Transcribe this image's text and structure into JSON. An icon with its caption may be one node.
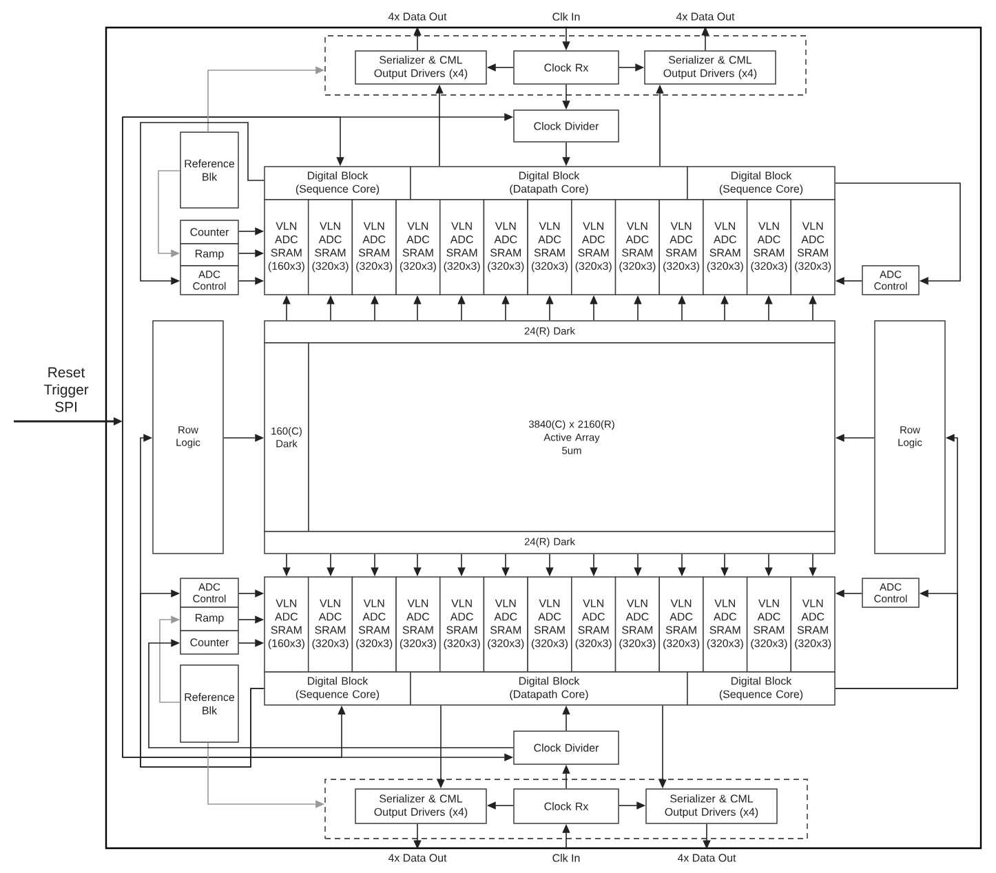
{
  "diagram": {
    "nodes": [
      {
        "text": [],
        "shape": "box"
      },
      {
        "text": [
          "4x Data Out"
        ]
      },
      {
        "text": [
          "Clk In"
        ]
      },
      {
        "text": [
          "4x Data Out"
        ]
      },
      {
        "text": [],
        "shape": "box",
        "in": 0
      },
      {
        "text": [
          "Serializer & CML Output Drivers (x4)"
        ],
        "in": 4
      },
      {
        "text": [
          "Clock Rx"
        ],
        "in": 4
      },
      {
        "text": [
          "Serializer & CML Output Drivers (x4)"
        ],
        "in": 4
      },
      {
        "text": [
          "Clock Divider"
        ],
        "in": 0
      },
      {
        "text": [
          "Reference Blk"
        ],
        "in": 0
      },
      {
        "text": [
          "Digital Block (Sequence Core)"
        ],
        "in": 0
      },
      {
        "text": [
          "Digital Block (Datapath Core)"
        ],
        "in": 0
      },
      {
        "text": [
          "Digital Block (Sequence Core)"
        ],
        "in": 0
      },
      {
        "text": [
          "Counter"
        ],
        "in": 0
      },
      {
        "text": [
          "Ramp"
        ],
        "in": 0
      },
      {
        "text": [
          "ADC Control"
        ],
        "in": 0
      },
      {
        "text": [
          "VLN ADC SRAM (160x3)"
        ],
        "in": 0
      },
      {
        "text": [
          "VLN ADC SRAM (320x3)"
        ],
        "in": 0
      },
      {
        "text": [
          "VLN ADC SRAM (320x3)"
        ],
        "in": 0
      },
      {
        "text": [
          "VLN ADC SRAM (320x3)"
        ],
        "in": 0
      },
      {
        "text": [
          "VLN ADC SRAM (320x3)"
        ],
        "in": 0
      },
      {
        "text": [
          "VLN ADC SRAM (320x3)"
        ],
        "in": 0
      },
      {
        "text": [
          "VLN ADC SRAM (320x3)"
        ],
        "in": 0
      },
      {
        "text": [
          "VLN ADC SRAM (320x3)"
        ],
        "in": 0
      },
      {
        "text": [
          "VLN ADC SRAM (320x3)"
        ],
        "in": 0
      },
      {
        "text": [
          "VLN ADC SRAM (320x3)"
        ],
        "in": 0
      },
      {
        "text": [
          "VLN ADC SRAM (320x3)"
        ],
        "in": 0
      },
      {
        "text": [
          "VLN ADC SRAM (320x3)"
        ],
        "in": 0
      },
      {
        "text": [
          "VLN ADC SRAM (320x3)"
        ],
        "in": 0
      },
      {
        "text": [
          "ADC Control"
        ],
        "in": 0
      },
      {
        "text": [
          "Row Logic"
        ],
        "in": 0
      },
      {
        "text": [
          "24(R) Dark"
        ],
        "in": 0
      },
      {
        "text": [
          "160(C) Dark"
        ],
        "in": 0
      },
      {
        "text": [
          "3840(C) x 2160(R)",
          "Active Array",
          "5um"
        ],
        "in": 0
      },
      {
        "text": [
          "24(R) Dark"
        ],
        "in": 0
      },
      {
        "text": [
          "Row Logic"
        ],
        "in": 0
      },
      {
        "text": [
          "ADC Control"
        ],
        "in": 0
      },
      {
        "text": [
          "Ramp"
        ],
        "in": 0
      },
      {
        "text": [
          "Counter"
        ],
        "in": 0
      },
      {
        "text": [
          "VLN ADC SRAM (160x3)"
        ],
        "in": 0
      },
      {
        "text": [
          "VLN ADC SRAM (320x3)"
        ],
        "in": 0
      },
      {
        "text": [
          "VLN ADC SRAM (320x3)"
        ],
        "in": 0
      },
      {
        "text": [
          "VLN ADC SRAM (320x3)"
        ],
        "in": 0
      },
      {
        "text": [
          "VLN ADC SRAM (320x3)"
        ],
        "in": 0
      },
      {
        "text": [
          "VLN ADC SRAM (320x3)"
        ],
        "in": 0
      },
      {
        "text": [
          "VLN ADC SRAM (320x3)"
        ],
        "in": 0
      },
      {
        "text": [
          "VLN ADC SRAM (320x3)"
        ],
        "in": 0
      },
      {
        "text": [
          "VLN ADC SRAM (320x3)"
        ],
        "in": 0
      },
      {
        "text": [
          "VLN ADC SRAM (320x3)"
        ],
        "in": 0
      },
      {
        "text": [
          "VLN ADC SRAM (320x3)"
        ],
        "in": 0
      },
      {
        "text": [
          "VLN ADC SRAM (320x3)"
        ],
        "in": 0
      },
      {
        "text": [
          "VLN ADC SRAM (320x3)"
        ],
        "in": 0
      },
      {
        "text": [
          "ADC Control"
        ],
        "in": 0
      },
      {
        "text": [
          "Reference Blk"
        ],
        "in": 0
      },
      {
        "text": [
          "Digital Block (Sequence Core)"
        ],
        "in": 0
      },
      {
        "text": [
          "Digital Block (Datapath Core)"
        ],
        "in": 0
      },
      {
        "text": [
          "Digital Block (Sequence Core)"
        ],
        "in": 0
      },
      {
        "text": [
          "Clock Divider"
        ],
        "in": 0
      },
      {
        "text": [],
        "shape": "box",
        "in": 0
      },
      {
        "text": [
          "Serializer & CML Output Drivers (x4)"
        ],
        "in": 58
      },
      {
        "text": [
          "Clock Rx"
        ],
        "in": 58
      },
      {
        "text": [
          "Serializer & CML Output Drivers (x4)"
        ],
        "in": 58
      },
      {
        "text": [
          "4x Data Out"
        ]
      },
      {
        "text": [
          "Clk In"
        ]
      },
      {
        "text": [
          "4x Data Out"
        ]
      }
    ],
    "edges": [
      {
        "from": null,
        "to": 10,
        "arrow": "to",
        "label": "Reset Trigger SPI"
      },
      {
        "from": null,
        "to": 8,
        "arrow": "to"
      },
      {
        "from": null,
        "to": 54,
        "arrow": "to"
      },
      {
        "from": null,
        "to": 57,
        "arrow": "to"
      },
      {
        "from": 2,
        "to": 6,
        "arrow": "to"
      },
      {
        "from": 6,
        "to": 5,
        "arrow": "to"
      },
      {
        "from": 6,
        "to": 7,
        "arrow": "to"
      },
      {
        "from": 5,
        "to": 1,
        "arrow": "to"
      },
      {
        "from": 7,
        "to": 3,
        "arrow": "to"
      },
      {
        "from": 6,
        "to": 8,
        "arrow": "to"
      },
      {
        "from": 8,
        "to": 11,
        "arrow": "to"
      },
      {
        "from": 11,
        "to": 5,
        "arrow": "to"
      },
      {
        "from": 11,
        "to": 7,
        "arrow": "to"
      },
      {
        "from": 9,
        "to": 4,
        "arrow": "to",
        "color": "#999999"
      },
      {
        "from": 9,
        "to": 14,
        "arrow": "to",
        "color": "#999999"
      },
      {
        "from": 10,
        "to": 15,
        "arrow": "to"
      },
      {
        "from": 13,
        "to": 16,
        "arrow": "to"
      },
      {
        "from": 14,
        "to": 16,
        "arrow": "to"
      },
      {
        "from": 15,
        "to": 16,
        "arrow": "to"
      },
      {
        "from": 12,
        "to": 29,
        "arrow": "to"
      },
      {
        "from": 29,
        "to": 28,
        "arrow": "to"
      },
      {
        "from": 31,
        "to": 16,
        "arrow": "to"
      },
      {
        "from": 31,
        "to": 17,
        "arrow": "to"
      },
      {
        "from": 31,
        "to": 18,
        "arrow": "to"
      },
      {
        "from": 31,
        "to": 19,
        "arrow": "to"
      },
      {
        "from": 31,
        "to": 20,
        "arrow": "to"
      },
      {
        "from": 31,
        "to": 21,
        "arrow": "to"
      },
      {
        "from": 31,
        "to": 22,
        "arrow": "to"
      },
      {
        "from": 31,
        "to": 23,
        "arrow": "to"
      },
      {
        "from": 31,
        "to": 24,
        "arrow": "to"
      },
      {
        "from": 31,
        "to": 25,
        "arrow": "to"
      },
      {
        "from": 31,
        "to": 26,
        "arrow": "to"
      },
      {
        "from": 31,
        "to": 27,
        "arrow": "to"
      },
      {
        "from": 31,
        "to": 28,
        "arrow": "to"
      },
      {
        "from": 30,
        "to": 32,
        "arrow": "to"
      },
      {
        "from": 35,
        "to": 33,
        "arrow": "to"
      },
      {
        "from": 34,
        "to": 39,
        "arrow": "to"
      },
      {
        "from": 34,
        "to": 40,
        "arrow": "to"
      },
      {
        "from": 34,
        "to": 41,
        "arrow": "to"
      },
      {
        "from": 34,
        "to": 42,
        "arrow": "to"
      },
      {
        "from": 34,
        "to": 43,
        "arrow": "to"
      },
      {
        "from": 34,
        "to": 44,
        "arrow": "to"
      },
      {
        "from": 34,
        "to": 45,
        "arrow": "to"
      },
      {
        "from": 34,
        "to": 46,
        "arrow": "to"
      },
      {
        "from": 34,
        "to": 47,
        "arrow": "to"
      },
      {
        "from": 34,
        "to": 48,
        "arrow": "to"
      },
      {
        "from": 34,
        "to": 49,
        "arrow": "to"
      },
      {
        "from": 34,
        "to": 50,
        "arrow": "to"
      },
      {
        "from": 34,
        "to": 51,
        "arrow": "to"
      },
      {
        "from": 54,
        "to": 30,
        "arrow": "to"
      },
      {
        "from": 54,
        "to": 36,
        "arrow": "to"
      },
      {
        "from": 36,
        "to": 39,
        "arrow": "to"
      },
      {
        "from": 37,
        "to": 39,
        "arrow": "to"
      },
      {
        "from": 38,
        "to": 39,
        "arrow": "to"
      },
      {
        "from": 56,
        "to": 35,
        "arrow": "to"
      },
      {
        "from": 56,
        "to": 52,
        "arrow": "to"
      },
      {
        "from": 52,
        "to": 51,
        "arrow": "to"
      },
      {
        "from": 53,
        "to": 37,
        "arrow": "to",
        "color": "#999999"
      },
      {
        "from": 53,
        "to": 58,
        "arrow": "to",
        "color": "#999999"
      },
      {
        "from": 57,
        "to": 38,
        "arrow": "to"
      },
      {
        "from": 57,
        "to": 55,
        "arrow": "to"
      },
      {
        "from": 60,
        "to": 57,
        "arrow": "to"
      },
      {
        "from": 55,
        "to": 59,
        "arrow": "to"
      },
      {
        "from": 55,
        "to": 61,
        "arrow": "to"
      },
      {
        "from": 60,
        "to": 59,
        "arrow": "to"
      },
      {
        "from": 60,
        "to": 61,
        "arrow": "to"
      },
      {
        "from": 63,
        "to": 60,
        "arrow": "to"
      },
      {
        "from": 59,
        "to": 62,
        "arrow": "to"
      },
      {
        "from": 61,
        "to": 64,
        "arrow": "to"
      }
    ]
  }
}
